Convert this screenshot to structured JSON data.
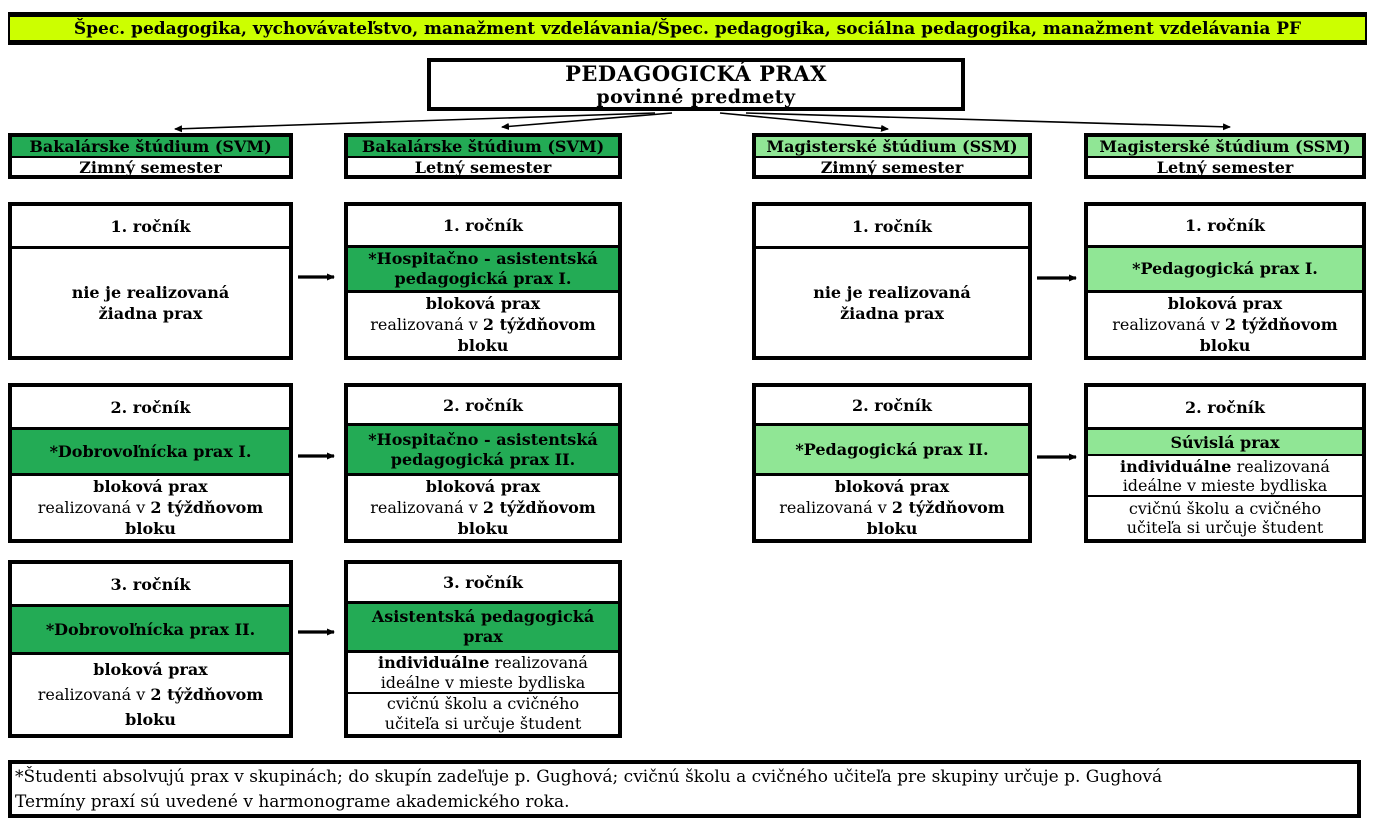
{
  "banner": {
    "text": "Špec. pedagogika, vychovávateľstvo, manažment vzdelávania/Špec. pedagogika, sociálna pedagogika, manažment vzdelávania PF"
  },
  "title": {
    "line1": "PEDAGOGICKÁ PRAX",
    "line2": "povinné predmety"
  },
  "colors": {
    "dark_green": "#23AB55",
    "light_green": "#90E695",
    "banner_bg": "#CCFF00"
  },
  "headers": [
    {
      "program": "Bakalárske štúdium (SVM)",
      "semester": "Zimný semester"
    },
    {
      "program": "Bakalárske štúdium (SVM)",
      "semester": "Letný semester"
    },
    {
      "program": "Magisterské štúdium (SSM)",
      "semester": "Zimný semester"
    },
    {
      "program": "Magisterské štúdium (SSM)",
      "semester": "Letný semester"
    }
  ],
  "boxes": {
    "bak_zimny_r1": {
      "year": "1. ročník",
      "body": "nie je realizovaná\nžiadna prax"
    },
    "bak_letny_r1": {
      "year": "1. ročník",
      "practice": "*Hospitačno - asistentská\npedagogická prax I.",
      "block_bold": "bloková prax",
      "block_regular": "realizovaná v",
      "block_bold2": "2 týždňovom\nbloku"
    },
    "mag_zimny_r1": {
      "year": "1. ročník",
      "body": "nie je realizovaná\nžiadna prax"
    },
    "mag_letny_r1": {
      "year": "1. ročník",
      "practice": "*Pedagogická prax I.",
      "block_bold": "bloková prax",
      "block_regular": "realizovaná v",
      "block_bold2": "2 týždňovom\nbloku"
    },
    "bak_zimny_r2": {
      "year": "2. ročník",
      "practice": "*Dobrovoľnícka prax I.",
      "block_bold": "bloková prax",
      "block_regular": "realizovaná v",
      "block_bold2": "2 týždňovom\nbloku"
    },
    "bak_letny_r2": {
      "year": "2. ročník",
      "practice": "*Hospitačno - asistentská\npedagogická prax II.",
      "block_bold": "bloková prax",
      "block_regular": "realizovaná v",
      "block_bold2": "2 týždňovom\nbloku"
    },
    "mag_zimny_r2": {
      "year": "2. ročník",
      "practice": "*Pedagogická prax II.",
      "block_bold": "bloková prax",
      "block_regular": "realizovaná v",
      "block_bold2": "2 týždňovom\nbloku"
    },
    "mag_letny_r2": {
      "year": "2. ročník",
      "practice": "Súvislá prax",
      "individual_bold": "individuálne",
      "individual_rest": "realizovaná\nideálne v mieste bydliska",
      "note": "cvičnú školu a cvičného\nučiteľa si určuje študent"
    },
    "bak_zimny_r3": {
      "year": "3. ročník",
      "practice": "*Dobrovoľnícka prax II.",
      "block_bold": "bloková prax",
      "block_regular": "realizovaná v",
      "block_bold2": "2 týždňovom\nbloku"
    },
    "bak_letny_r3": {
      "year": "3. ročník",
      "practice": "Asistentská pedagogická\nprax",
      "individual_bold": "individuálne",
      "individual_rest": "realizovaná\nideálne v mieste bydliska",
      "note": "cvičnú školu a cvičného\nučiteľa si určuje študent"
    }
  },
  "footnote": {
    "line1": "*Študenti absolvujú prax v skupinách; do skupín zadeľuje p. Gughová; cvičnú školu a cvičného učiteľa pre skupiny určuje p. Gughová",
    "line2": "Termíny praxí sú uvedené v harmonograme akademického roka."
  }
}
